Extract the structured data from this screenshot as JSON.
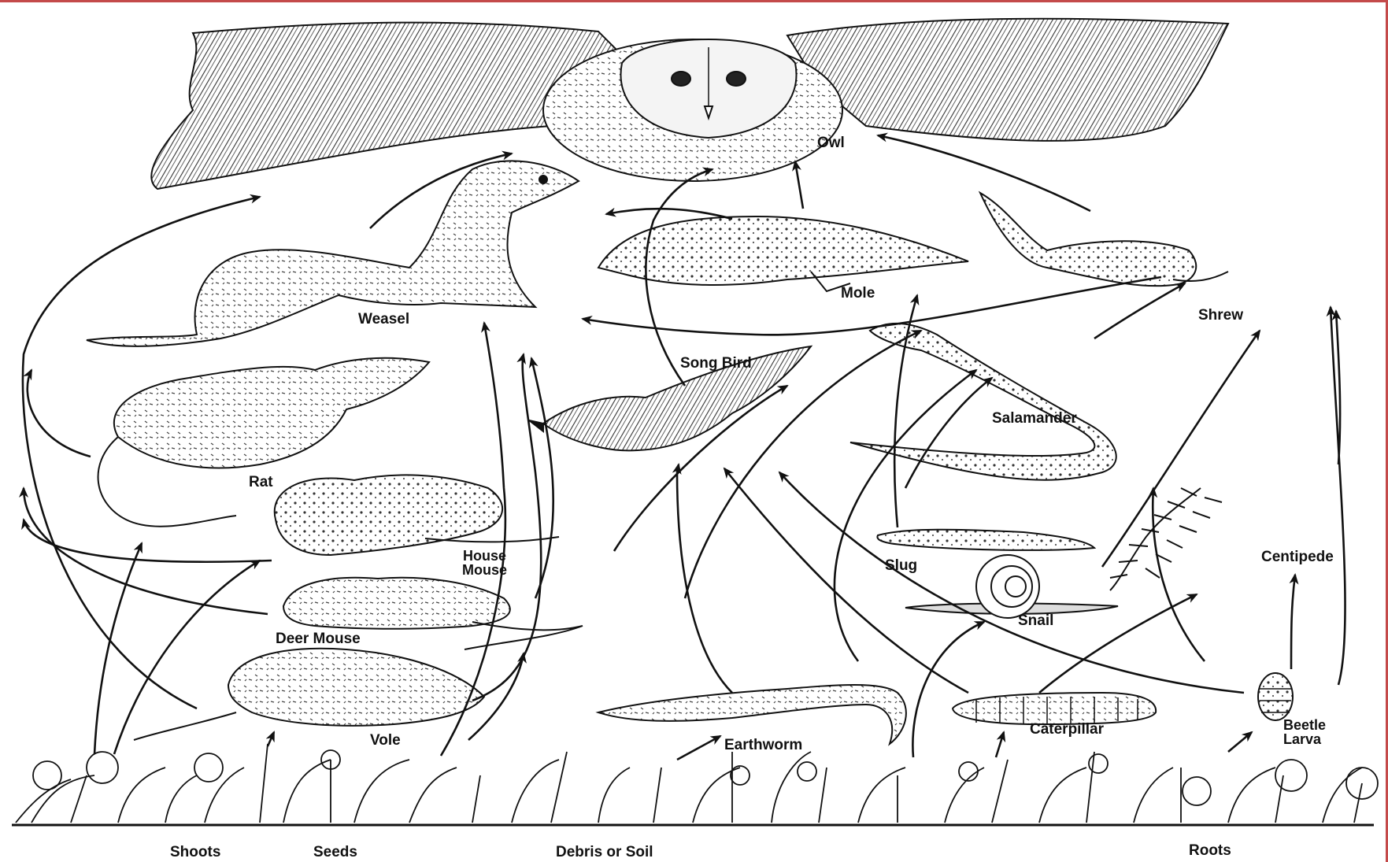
{
  "colors": {
    "ink": "#111111",
    "frame": "#c44a4a",
    "paper": "#ffffff"
  },
  "organisms": {
    "owl": "Owl",
    "weasel": "Weasel",
    "mole": "Mole",
    "shrew": "Shrew",
    "song_bird": "Song Bird",
    "salamander": "Salamander",
    "rat": "Rat",
    "house_mouse_line1": "House",
    "house_mouse_line2": "Mouse",
    "deer_mouse": "Deer Mouse",
    "vole": "Vole",
    "slug": "Slug",
    "snail": "Snail",
    "centipede": "Centipede",
    "earthworm": "Earthworm",
    "caterpillar": "Caterpillar",
    "beetle_larva_line1": "Beetle",
    "beetle_larva_line2": "Larva"
  },
  "producers": {
    "shoots": "Shoots",
    "seeds": "Seeds",
    "debris": "Debris or Soil",
    "roots": "Roots"
  },
  "links": [
    [
      "Shoots",
      "Vole"
    ],
    [
      "Shoots",
      "House Mouse"
    ],
    [
      "Shoots",
      "Rat"
    ],
    [
      "Seeds",
      "Deer Mouse"
    ],
    [
      "Seeds",
      "Song Bird"
    ],
    [
      "Debris or Soil",
      "Earthworm"
    ],
    [
      "Roots",
      "Beetle Larva"
    ],
    [
      "Vole",
      "Owl"
    ],
    [
      "Vole",
      "Weasel"
    ],
    [
      "Deer Mouse",
      "Owl"
    ],
    [
      "Deer Mouse",
      "Weasel"
    ],
    [
      "House Mouse",
      "Owl"
    ],
    [
      "Rat",
      "Owl"
    ],
    [
      "Rat",
      "Weasel"
    ],
    [
      "Weasel",
      "Owl"
    ],
    [
      "Mole",
      "Owl"
    ],
    [
      "Mole",
      "Weasel"
    ],
    [
      "Shrew",
      "Owl"
    ],
    [
      "Shrew",
      "Weasel"
    ],
    [
      "Song Bird",
      "Owl"
    ],
    [
      "Earthworm",
      "Song Bird"
    ],
    [
      "Earthworm",
      "Mole"
    ],
    [
      "Slug",
      "Mole"
    ],
    [
      "Slug",
      "Salamander"
    ],
    [
      "Snail",
      "Salamander"
    ],
    [
      "Snail",
      "Shrew"
    ],
    [
      "Caterpillar",
      "Song Bird"
    ],
    [
      "Caterpillar",
      "Salamander"
    ],
    [
      "Beetle Larva",
      "Shrew"
    ],
    [
      "Beetle Larva",
      "Song Bird"
    ],
    [
      "Salamander",
      "Shrew"
    ],
    [
      "Centipede",
      "Shrew"
    ],
    [
      "Beetle Larva",
      "Centipede"
    ],
    [
      "Slug",
      "Song Bird"
    ]
  ]
}
